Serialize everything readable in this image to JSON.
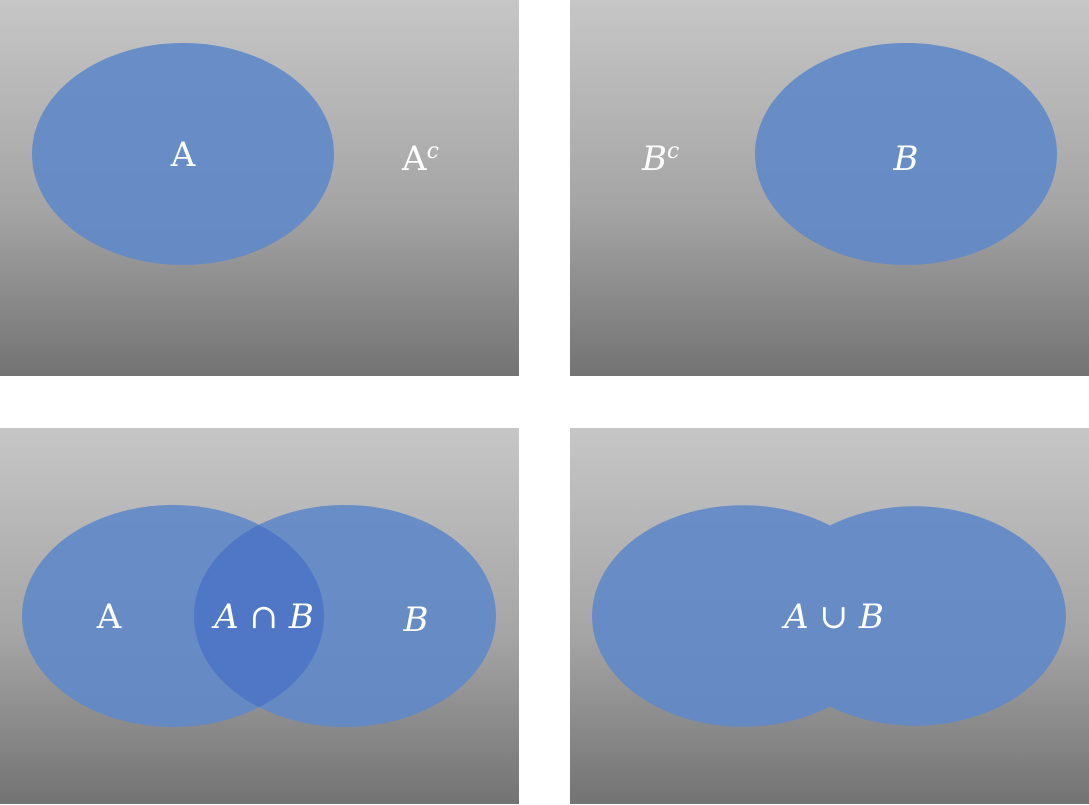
{
  "colors": {
    "set_fill": "#6189c8",
    "set_fill_opacity": 0.92,
    "intersection_fill": "#4f77c6",
    "label": "#ffffff"
  },
  "panels": {
    "complement_a": {
      "set_label": "A",
      "complement_base": "A",
      "complement_sup": "c"
    },
    "complement_b": {
      "set_label": "B",
      "complement_base": "B",
      "complement_sup": "c"
    },
    "intersection": {
      "left_label": "A",
      "right_label": "B",
      "center_label": "A ∩ B"
    },
    "union": {
      "center_label": "A ∪ B"
    }
  }
}
